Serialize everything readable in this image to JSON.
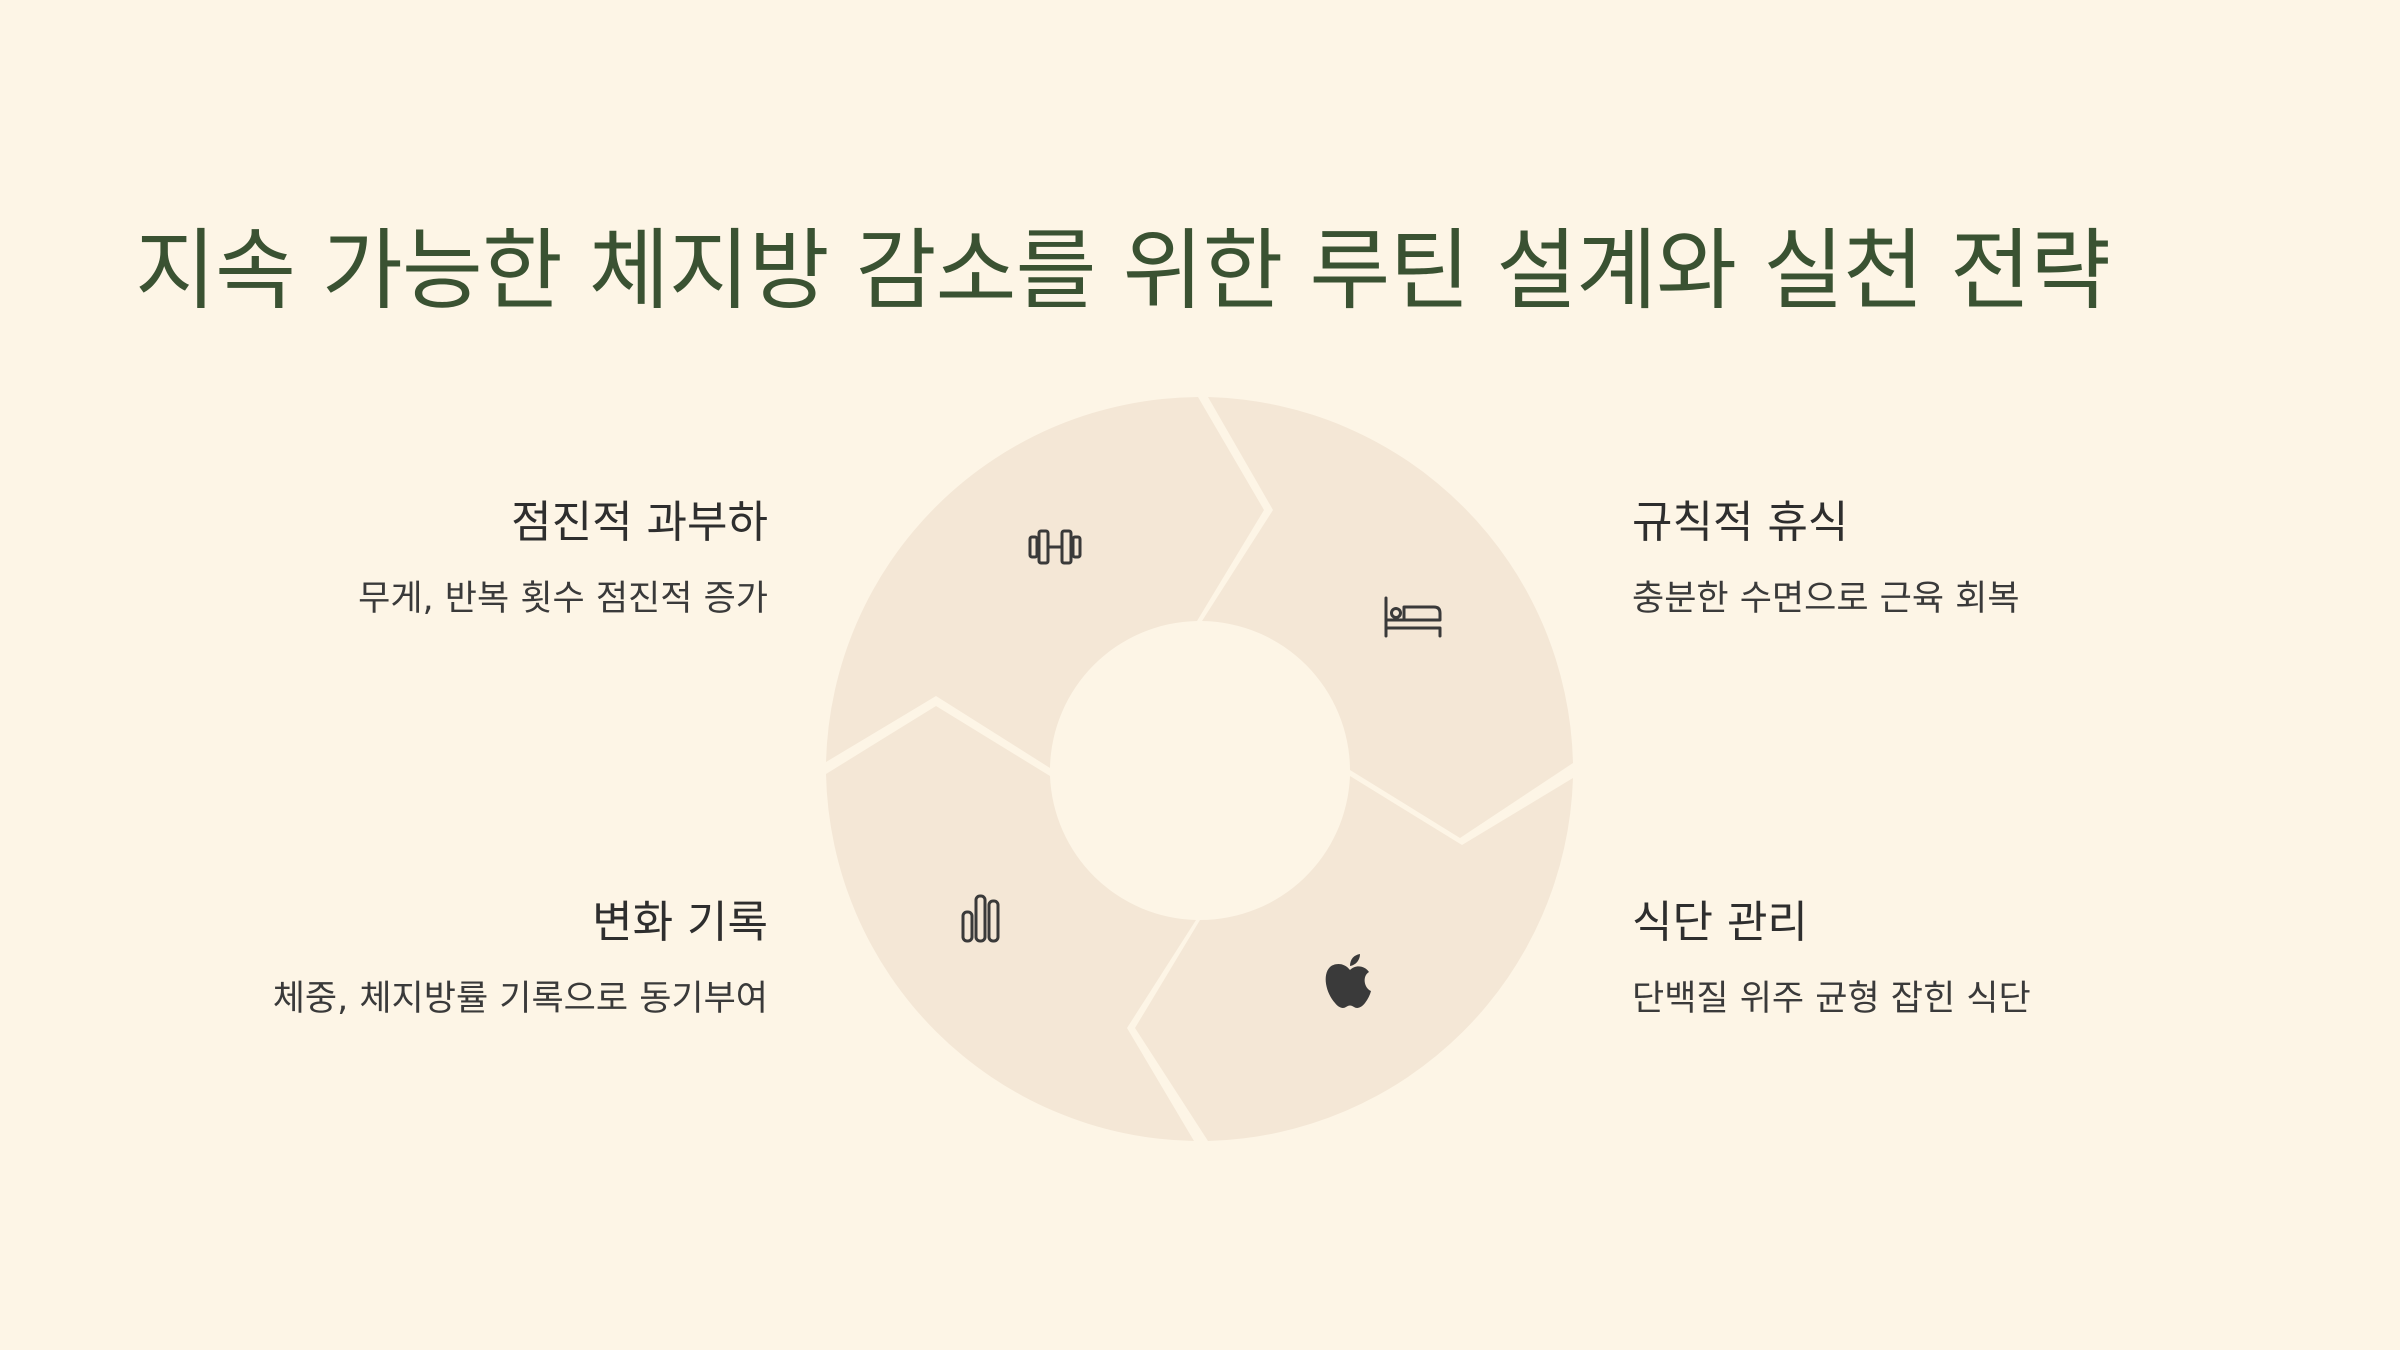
{
  "title": "지속 가능한 체지방 감소를 위한 루틴 설계와 실천 전략",
  "colors": {
    "background": "#fdf5e6",
    "title": "#3a5232",
    "segment_fill": "#f4e7d6",
    "icon": "#3a3a3a"
  },
  "cycle": {
    "items": [
      {
        "id": "progressive-overload",
        "icon": "dumbbell-icon",
        "heading": "점진적 과부하",
        "description": "무게, 반복 횟수 점진적 증가"
      },
      {
        "id": "regular-rest",
        "icon": "bed-icon",
        "heading": "규칙적 휴식",
        "description": "충분한 수면으로 근육 회복"
      },
      {
        "id": "diet-management",
        "icon": "apple-icon",
        "heading": "식단 관리",
        "description": "단백질 위주 균형 잡힌 식단"
      },
      {
        "id": "track-changes",
        "icon": "bar-chart-icon",
        "heading": "변화 기록",
        "description": "체중, 체지방률 기록으로 동기부여"
      }
    ]
  }
}
